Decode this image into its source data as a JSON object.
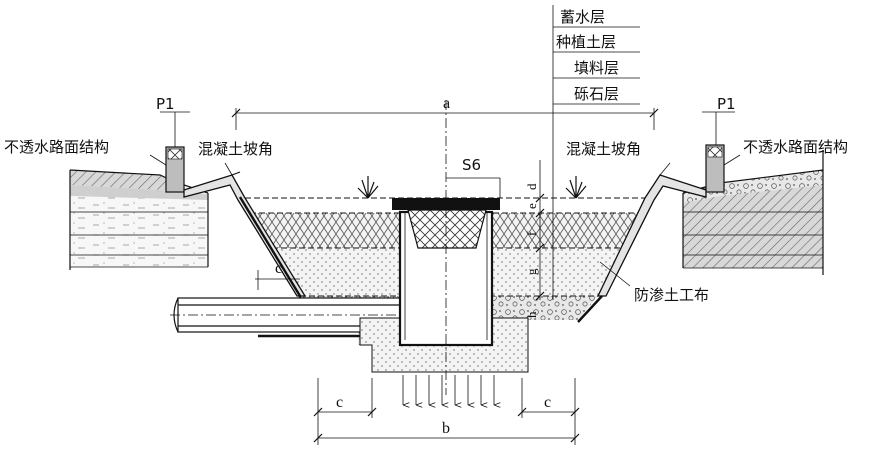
{
  "labels": {
    "water_storage_layer": "蓄水层",
    "planting_soil_layer": "种植土层",
    "fill_layer": "填料层",
    "gravel_layer": "砾石层",
    "impermeable_pavement_left": "不透水路面结构",
    "impermeable_pavement_right": "不透水路面结构",
    "concrete_slope_left": "混凝土坡角",
    "concrete_slope_right": "混凝土坡角",
    "curb_left": "P1",
    "curb_right": "P1",
    "overflow_inlet": "S6",
    "geotextile": "防渗土工布"
  },
  "dimensions": {
    "top_width": "a",
    "bottom_width": "b",
    "slope_offset": "c",
    "offset_left": "c",
    "offset_right": "c",
    "depth_d": "d",
    "depth_e": "e",
    "depth_f": "f",
    "depth_g": "g",
    "depth_h": "h"
  }
}
